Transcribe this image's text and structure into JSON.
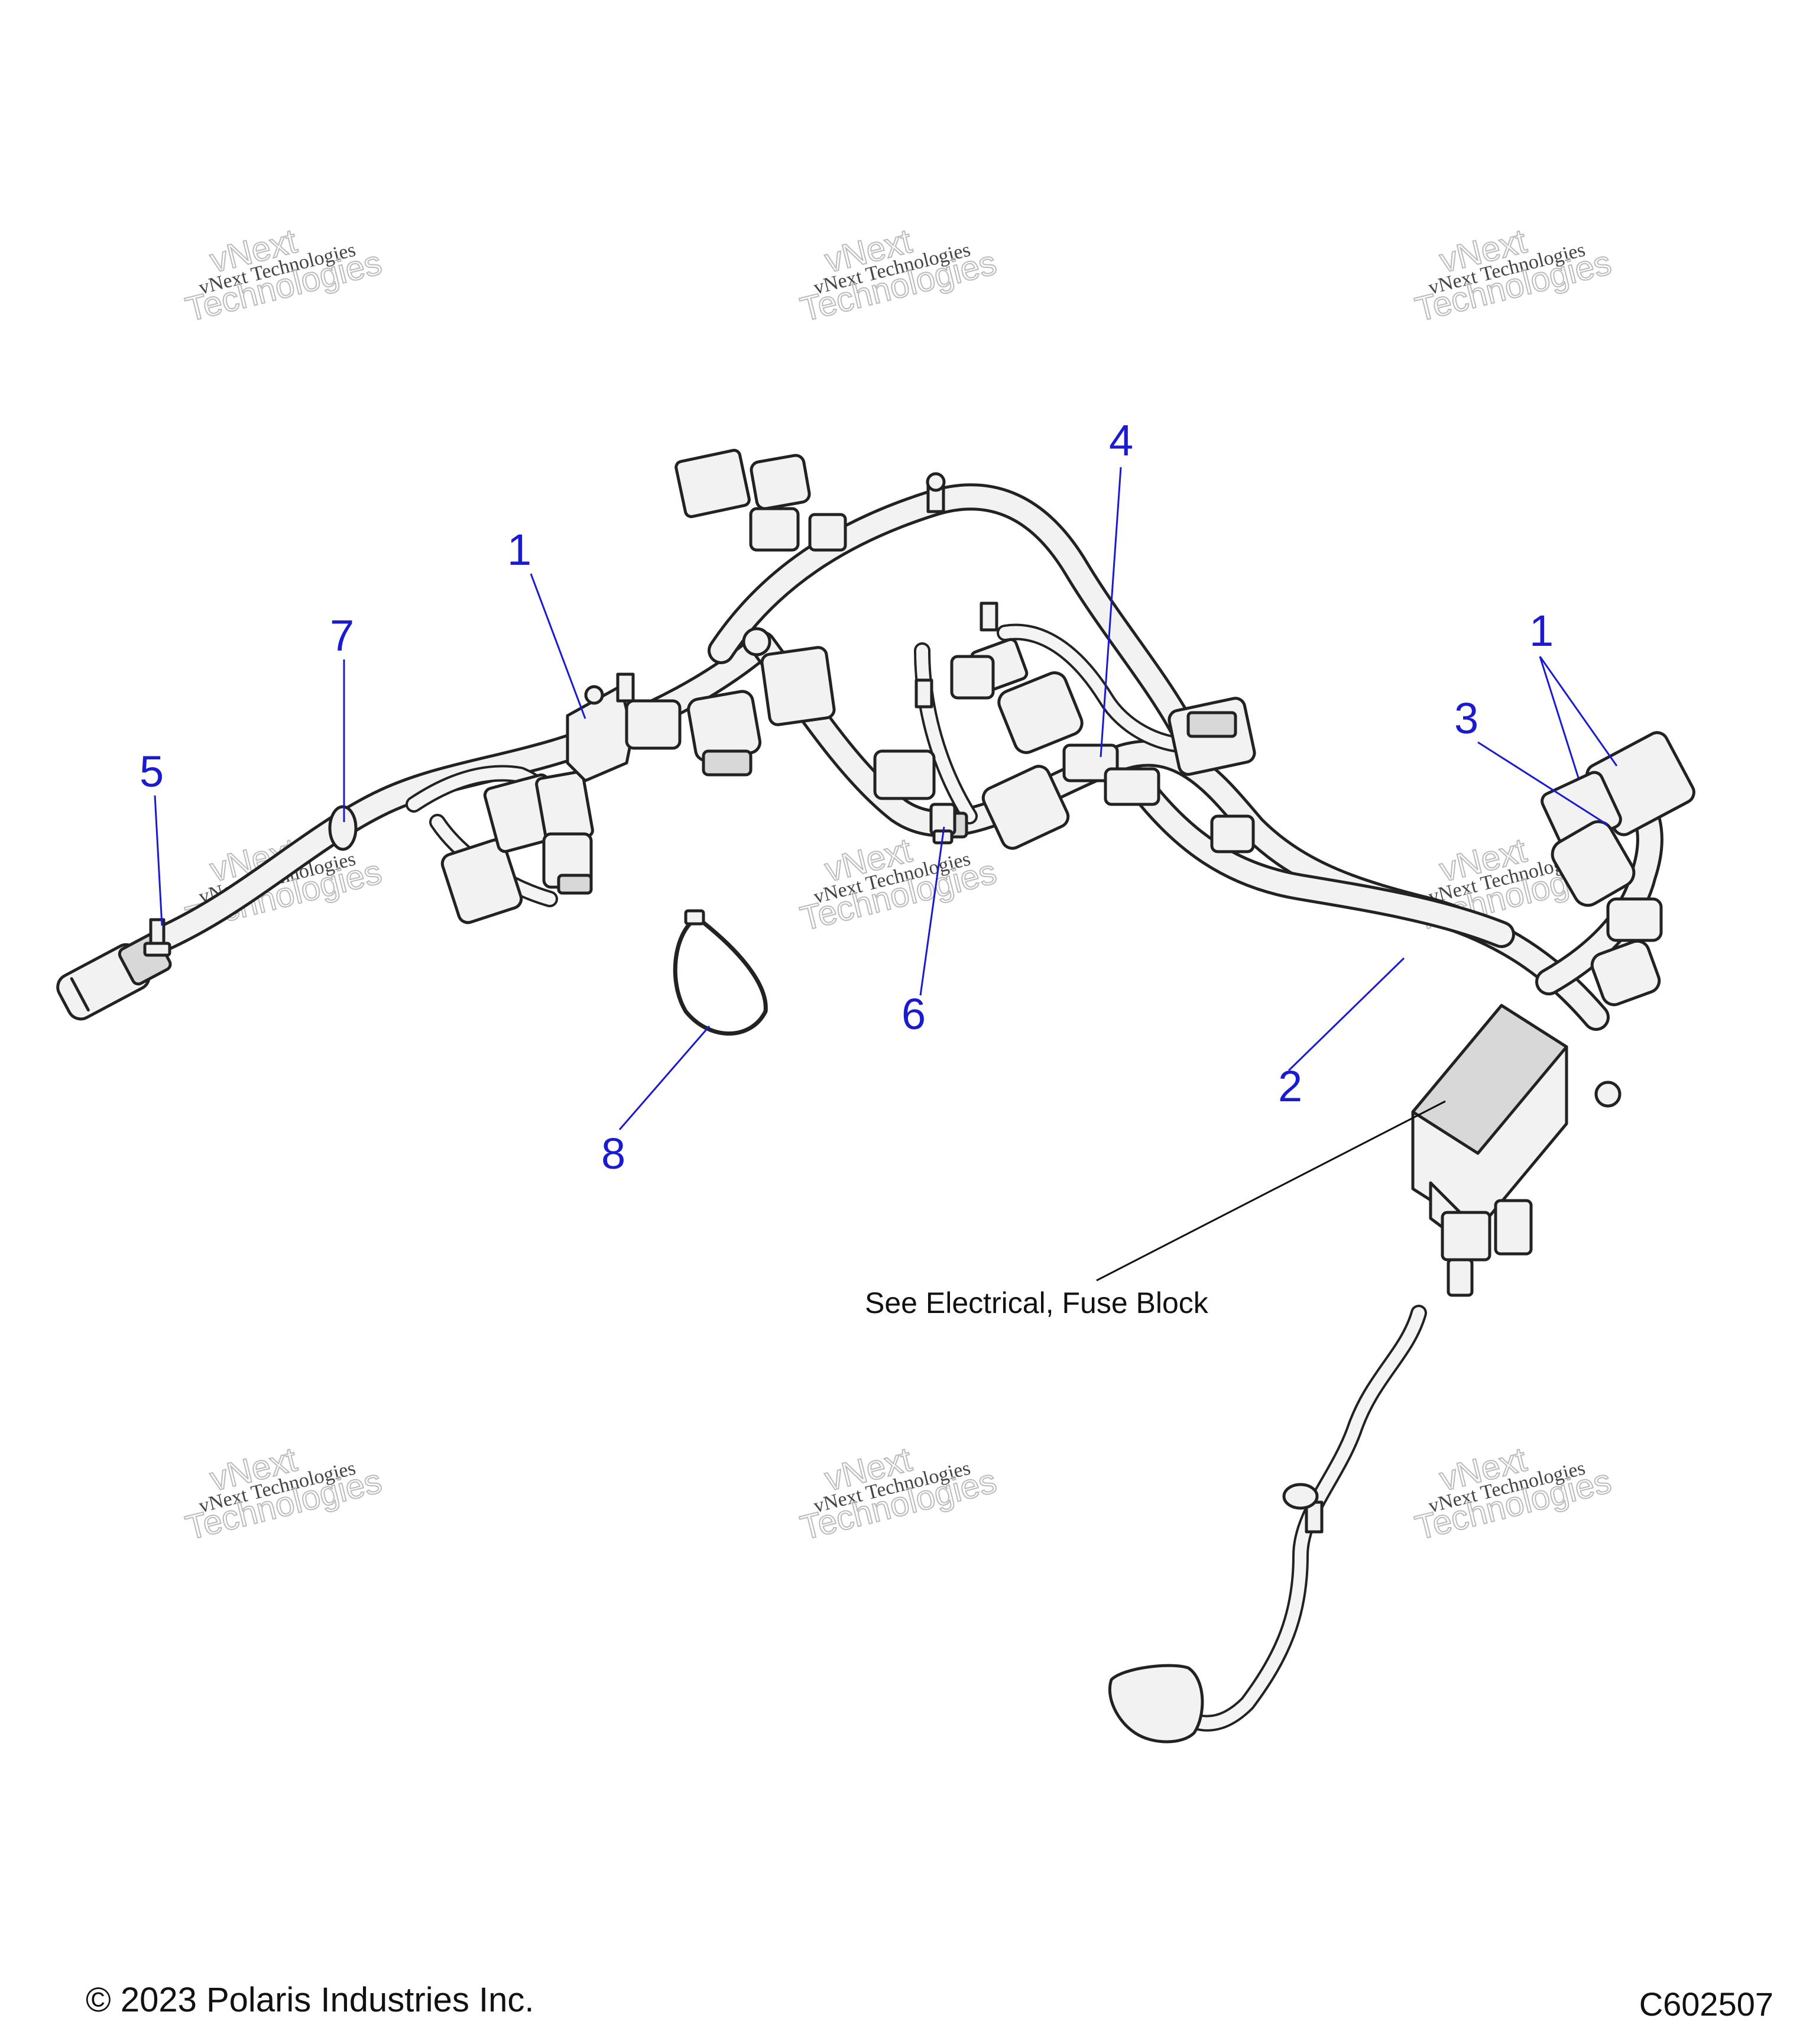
{
  "callouts": {
    "c1a": "1",
    "c1b": "1",
    "c2": "2",
    "c3": "3",
    "c4": "4",
    "c5": "5",
    "c6": "6",
    "c7": "7",
    "c8": "8"
  },
  "note": "See Electrical, Fuse Block",
  "watermark": {
    "line1": "vNext Technologies",
    "line2": "vNext",
    "line3": "Technologies"
  },
  "footer": {
    "copyright": "© 2023 Polaris Industries Inc.",
    "figure_id": "C602507"
  },
  "colors": {
    "callout": "#1a1ad0",
    "line_art": "#222222"
  }
}
